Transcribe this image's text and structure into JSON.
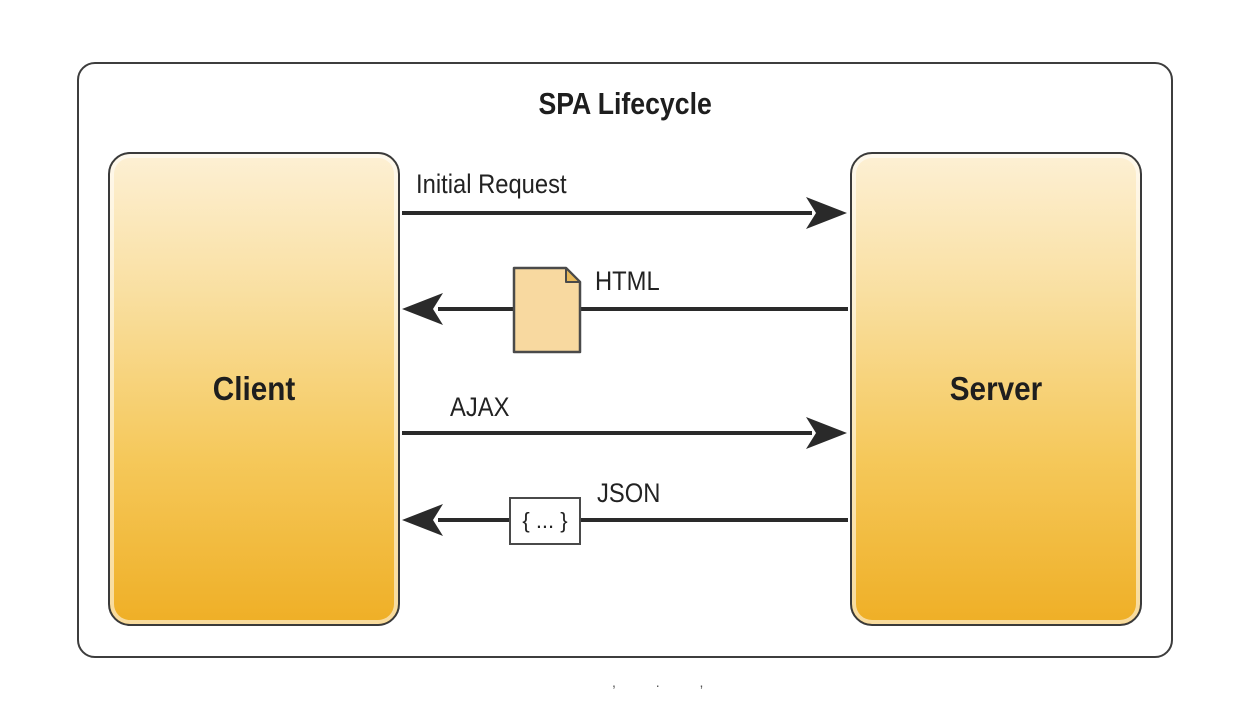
{
  "diagram": {
    "title": "SPA Lifecycle",
    "nodes": {
      "client": "Client",
      "server": "Server"
    },
    "edges": [
      {
        "label": "Initial Request",
        "from": "Client",
        "to": "Server"
      },
      {
        "label": "HTML",
        "from": "Server",
        "to": "Client",
        "icon": "document-icon"
      },
      {
        "label": "AJAX",
        "from": "Client",
        "to": "Server"
      },
      {
        "label": "JSON",
        "from": "Server",
        "to": "Client",
        "icon": "json-braces-icon",
        "icon_text": "{ ... }"
      }
    ],
    "colors": {
      "node_top": "#fdf0d4",
      "node_bottom": "#efaf26",
      "document_fill": "#f8d9a0",
      "arrow": "#2a2a2a",
      "border": "#3a3a3a"
    },
    "footer_marks": ", . ,"
  }
}
